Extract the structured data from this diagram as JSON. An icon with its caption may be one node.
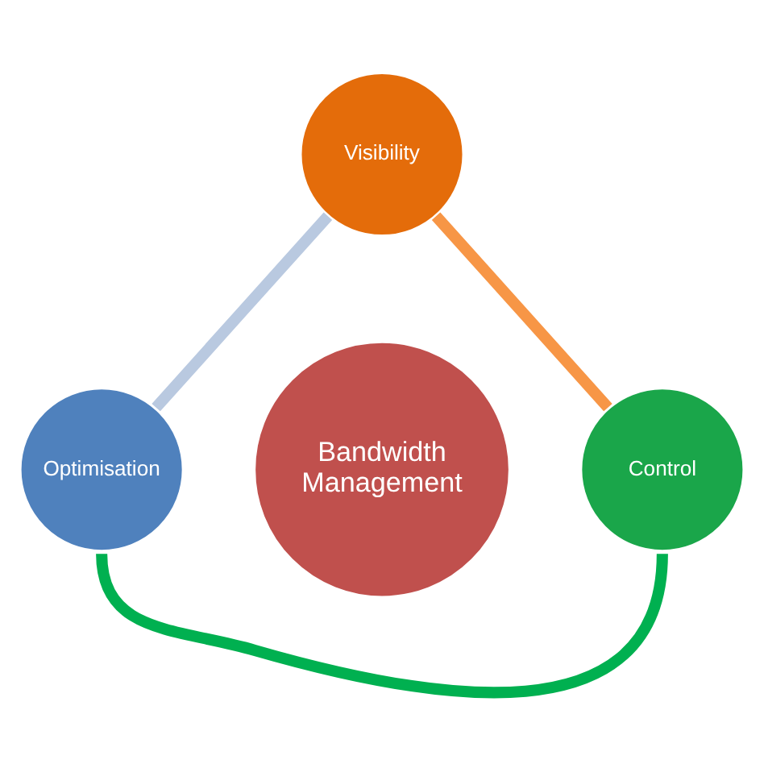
{
  "diagram": {
    "nodes": [
      {
        "text": [
          "Visibility"
        ]
      },
      {
        "text": [
          "Bandwidth Management"
        ]
      },
      {
        "text": [
          "Optimisation"
        ]
      },
      {
        "text": [
          "Control"
        ]
      }
    ],
    "edges": [
      {
        "from": 0,
        "to": 3,
        "arrow": "none",
        "color": "#f79646"
      },
      {
        "from": 3,
        "to": 2,
        "arrow": "none",
        "color": "#00b050"
      },
      {
        "from": 2,
        "to": 0,
        "arrow": "none",
        "color": "#b9c9e0"
      }
    ]
  }
}
